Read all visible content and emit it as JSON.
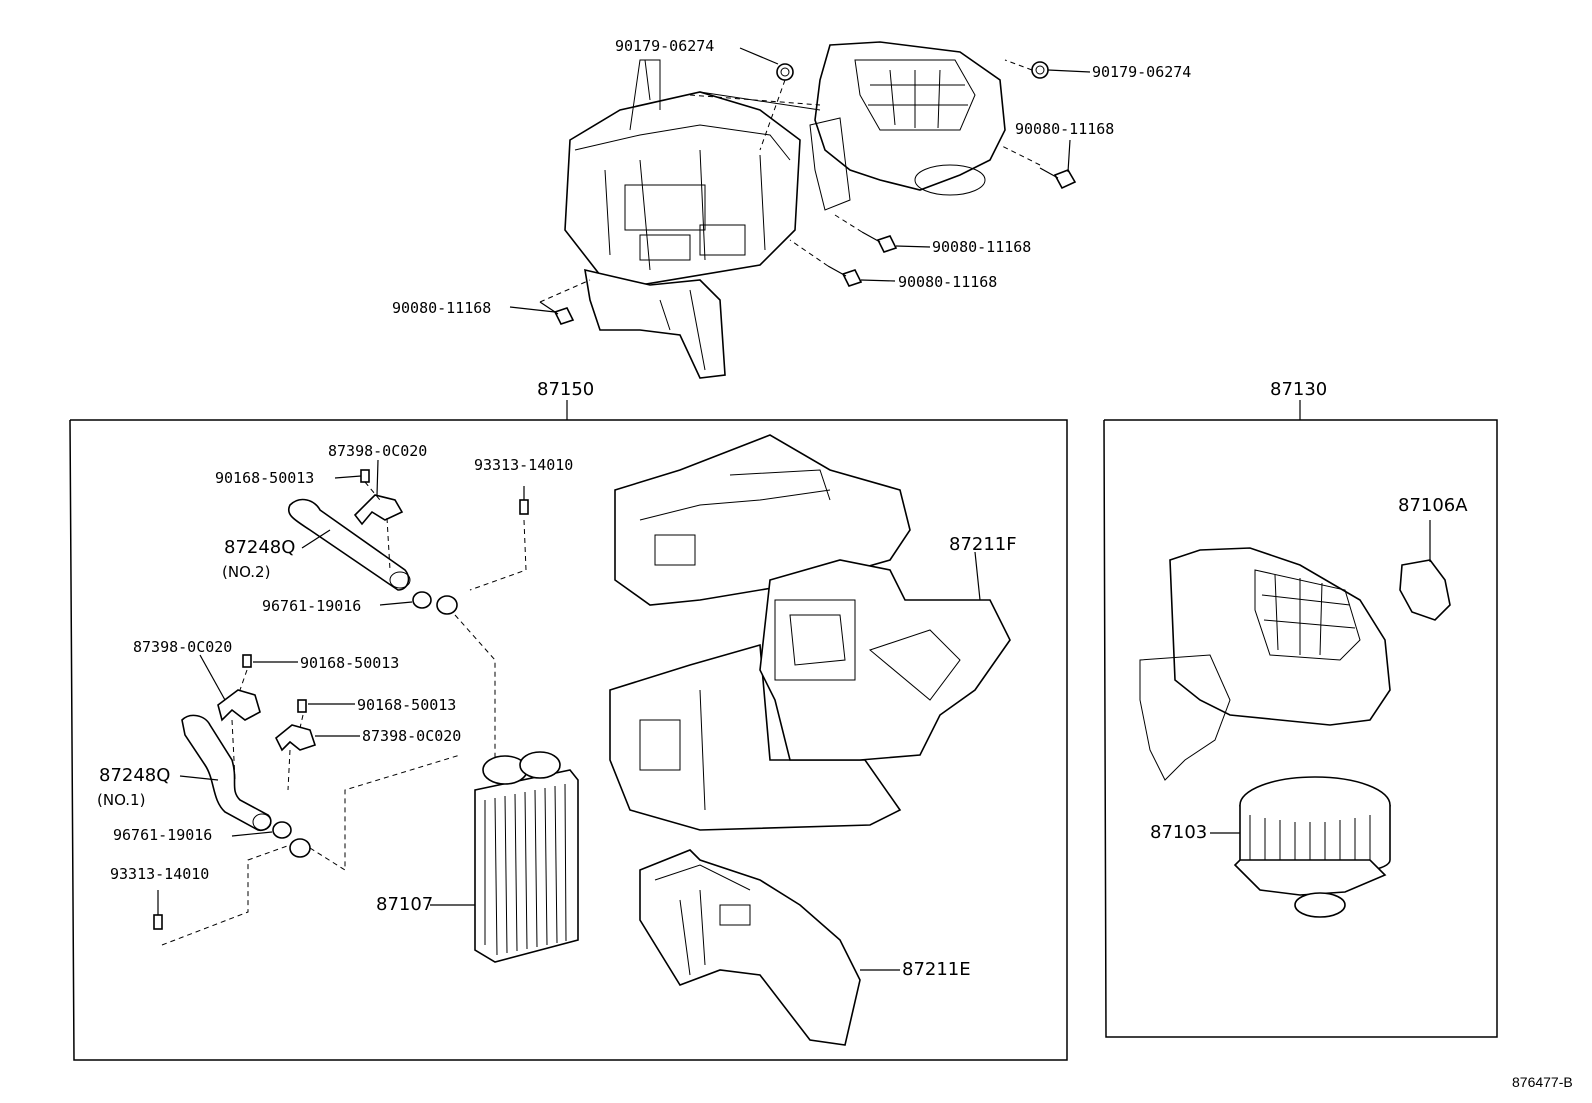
{
  "top_assembly": {
    "labels": {
      "nut_left": "90179-06274",
      "nut_right": "90179-06274",
      "screw_right_upper": "90080-11168",
      "screw_mid_1": "90080-11168",
      "screw_mid_2": "90080-11168",
      "screw_left": "90080-11168"
    }
  },
  "heater_group": {
    "title": "87150",
    "labels": {
      "clamp_top": "87398-0C020",
      "screw_top": "90168-50013",
      "bolt_top": "93313-14010",
      "hose_no2": "87248Q",
      "hose_no2_sub": "(NO.2)",
      "oring_top": "96761-19016",
      "clamp_mid": "87398-0C020",
      "screw_mid_1": "90168-50013",
      "screw_mid_2": "90168-50013",
      "clamp_mid_2": "87398-0C020",
      "hose_no1": "87248Q",
      "hose_no1_sub": "(NO.1)",
      "oring_bottom": "96761-19016",
      "bolt_bottom": "93313-14010",
      "core": "87107",
      "case_upper": "87211F",
      "case_lower": "87211E"
    }
  },
  "blower_group": {
    "title": "87130",
    "labels": {
      "resistor": "87106A",
      "motor": "87103"
    }
  },
  "footer": {
    "ref": "876477-B"
  }
}
